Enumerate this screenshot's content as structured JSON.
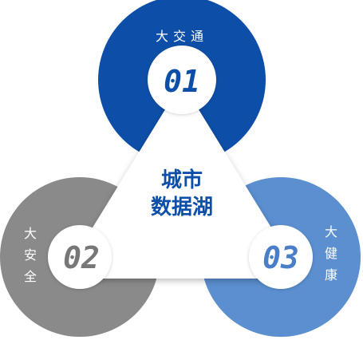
{
  "center": {
    "line1": "城市",
    "line2": "数据湖"
  },
  "segments": [
    {
      "num": "01",
      "label": "大交通",
      "color": "#0d4fa8",
      "num_color": "#0d4fa8"
    },
    {
      "num": "02",
      "label": "大安全",
      "color": "#8a8a8a",
      "num_color": "#777777"
    },
    {
      "num": "03",
      "label": "大健康",
      "color": "#5b8fd0",
      "num_color": "#4a7fc8"
    }
  ]
}
